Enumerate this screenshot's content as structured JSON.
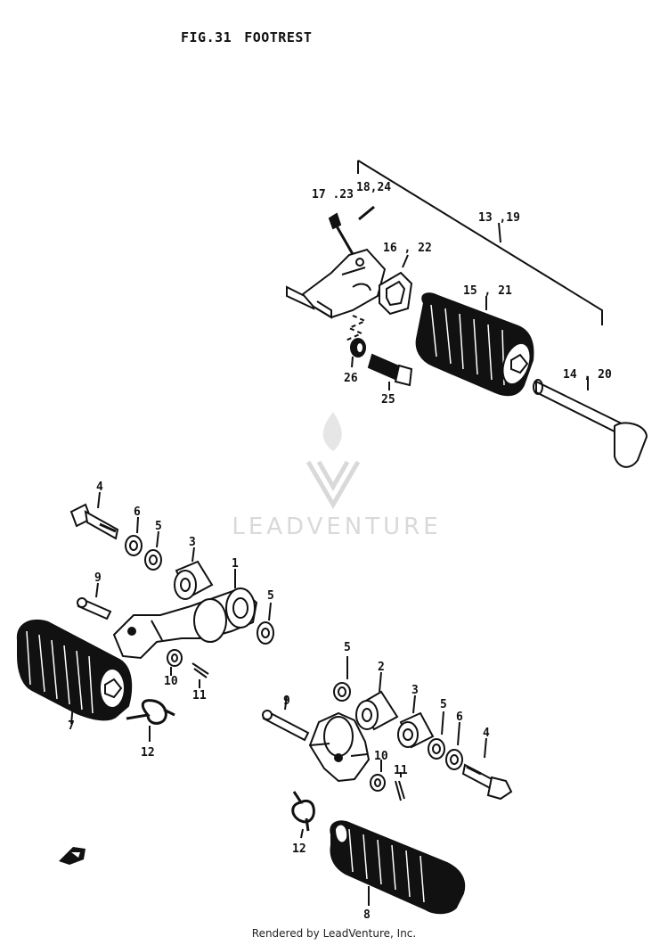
{
  "figure": {
    "fig_number": "FIG.31",
    "title": "FOOTREST"
  },
  "watermark": {
    "brand": "LEADVENTURE"
  },
  "footer": {
    "credit": "Rendered by LeadVenture, Inc."
  },
  "labels": {
    "l_17_23": "17 .23",
    "l_18_24": "18,24",
    "l_13_19": "13 ,19",
    "l_16_22": "16 , 22",
    "l_15_21": "15 , 21",
    "l_26": "26",
    "l_25": "25",
    "l_14_20": "14 , 20",
    "l_4a": "4",
    "l_6a": "6",
    "l_5a": "5",
    "l_3a": "3",
    "l_1": "1",
    "l_9a": "9",
    "l_5b": "5",
    "l_10a": "10",
    "l_11a": "11",
    "l_7": "7",
    "l_12a": "12",
    "l_5c": "5",
    "l_2": "2",
    "l_3b": "3",
    "l_9b": "9",
    "l_5d": "5",
    "l_6b": "6",
    "l_4b": "4",
    "l_10b": "10",
    "l_11b": "11",
    "l_12b": "12",
    "l_8": "8"
  },
  "colors": {
    "ink": "#111111",
    "watermark": "#d9d9d9",
    "paper": "#ffffff"
  },
  "icons": {
    "front_arrow": "front-arrow-icon"
  }
}
